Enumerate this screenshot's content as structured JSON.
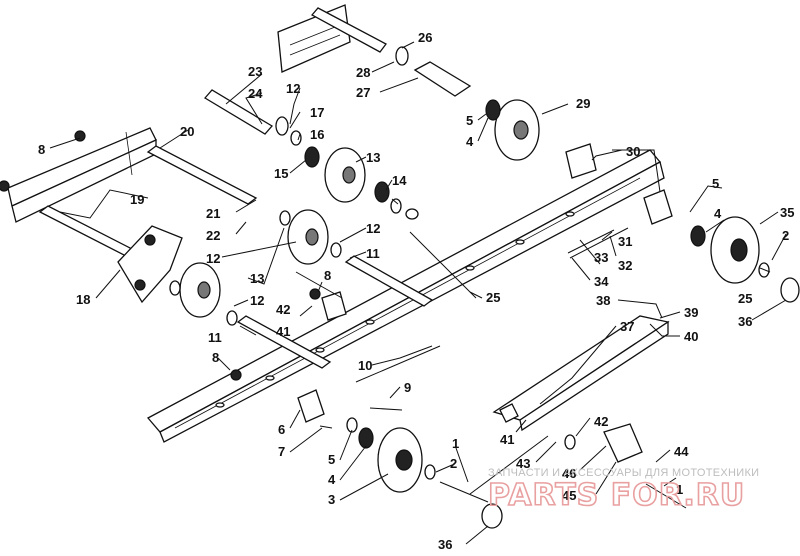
{
  "callouts": [
    {
      "id": "c1a",
      "text": "1"
    },
    {
      "id": "c1b",
      "text": "1"
    },
    {
      "id": "c2a",
      "text": "2"
    },
    {
      "id": "c2b",
      "text": "2"
    },
    {
      "id": "c3",
      "text": "3"
    },
    {
      "id": "c4a",
      "text": "4"
    },
    {
      "id": "c4b",
      "text": "4"
    },
    {
      "id": "c4c",
      "text": "4"
    },
    {
      "id": "c5a",
      "text": "5"
    },
    {
      "id": "c5b",
      "text": "5"
    },
    {
      "id": "c5c",
      "text": "5"
    },
    {
      "id": "c6",
      "text": "6"
    },
    {
      "id": "c7",
      "text": "7"
    },
    {
      "id": "c8a",
      "text": "8"
    },
    {
      "id": "c8b",
      "text": "8"
    },
    {
      "id": "c8c",
      "text": "8"
    },
    {
      "id": "c9",
      "text": "9"
    },
    {
      "id": "c10",
      "text": "10"
    },
    {
      "id": "c11a",
      "text": "11"
    },
    {
      "id": "c11b",
      "text": "11"
    },
    {
      "id": "c12a",
      "text": "12"
    },
    {
      "id": "c12b",
      "text": "12"
    },
    {
      "id": "c12c",
      "text": "12"
    },
    {
      "id": "c12d",
      "text": "12"
    },
    {
      "id": "c13a",
      "text": "13"
    },
    {
      "id": "c13b",
      "text": "13"
    },
    {
      "id": "c14",
      "text": "14"
    },
    {
      "id": "c15",
      "text": "15"
    },
    {
      "id": "c16",
      "text": "16"
    },
    {
      "id": "c17",
      "text": "17"
    },
    {
      "id": "c18",
      "text": "18"
    },
    {
      "id": "c19",
      "text": "19"
    },
    {
      "id": "c20",
      "text": "20"
    },
    {
      "id": "c21",
      "text": "21"
    },
    {
      "id": "c22",
      "text": "22"
    },
    {
      "id": "c23",
      "text": "23"
    },
    {
      "id": "c24",
      "text": "24"
    },
    {
      "id": "c25a",
      "text": "25"
    },
    {
      "id": "c25b",
      "text": "25"
    },
    {
      "id": "c26",
      "text": "26"
    },
    {
      "id": "c27",
      "text": "27"
    },
    {
      "id": "c28",
      "text": "28"
    },
    {
      "id": "c29",
      "text": "29"
    },
    {
      "id": "c30",
      "text": "30"
    },
    {
      "id": "c31",
      "text": "31"
    },
    {
      "id": "c32",
      "text": "32"
    },
    {
      "id": "c33",
      "text": "33"
    },
    {
      "id": "c34",
      "text": "34"
    },
    {
      "id": "c35",
      "text": "35"
    },
    {
      "id": "c36a",
      "text": "36"
    },
    {
      "id": "c36b",
      "text": "36"
    },
    {
      "id": "c37",
      "text": "37"
    },
    {
      "id": "c38",
      "text": "38"
    },
    {
      "id": "c39",
      "text": "39"
    },
    {
      "id": "c40",
      "text": "40"
    },
    {
      "id": "c41a",
      "text": "41"
    },
    {
      "id": "c41b",
      "text": "41"
    },
    {
      "id": "c42a",
      "text": "42"
    },
    {
      "id": "c42b",
      "text": "42"
    },
    {
      "id": "c43",
      "text": "43"
    },
    {
      "id": "c44",
      "text": "44"
    },
    {
      "id": "c45",
      "text": "45"
    },
    {
      "id": "c46",
      "text": "46"
    }
  ],
  "watermark": {
    "tagline": "ЗАПЧАСТИ И АКСЕССУАРЫ ДЛЯ МОТОТЕХНИКИ",
    "logo": "PARTS FOR.RU"
  },
  "colors": {
    "ink": "#111111",
    "watermark_text": "#bdbdbd",
    "watermark_logo": "#e9a0a0"
  }
}
